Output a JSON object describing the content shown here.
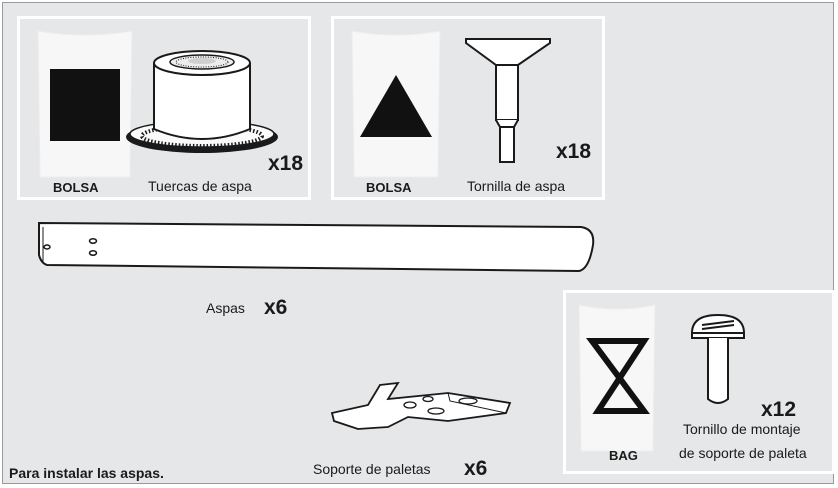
{
  "panel1": {
    "bag_label": "BOLSA",
    "caption": "Tuercas de aspa",
    "quantity": "x18",
    "bag_symbol": "square"
  },
  "panel2": {
    "bag_label": "BOLSA",
    "caption": "Tornilla de aspa",
    "quantity": "x18",
    "bag_symbol": "triangle"
  },
  "blades": {
    "caption": "Aspas",
    "quantity": "x6"
  },
  "bracket": {
    "caption": "Soporte de paletas",
    "quantity": "x6"
  },
  "panel3": {
    "bag_label": "BAG",
    "caption_line1": "Tornillo de montaje",
    "caption_line2": "de soporte de paleta",
    "quantity": "x12",
    "bag_symbol": "hourglass"
  },
  "footer": {
    "instruction": "Para instalar las aspas."
  },
  "colors": {
    "background": "#e6e7e8",
    "card_border": "#ffffff",
    "ink": "#1a1a1a"
  }
}
